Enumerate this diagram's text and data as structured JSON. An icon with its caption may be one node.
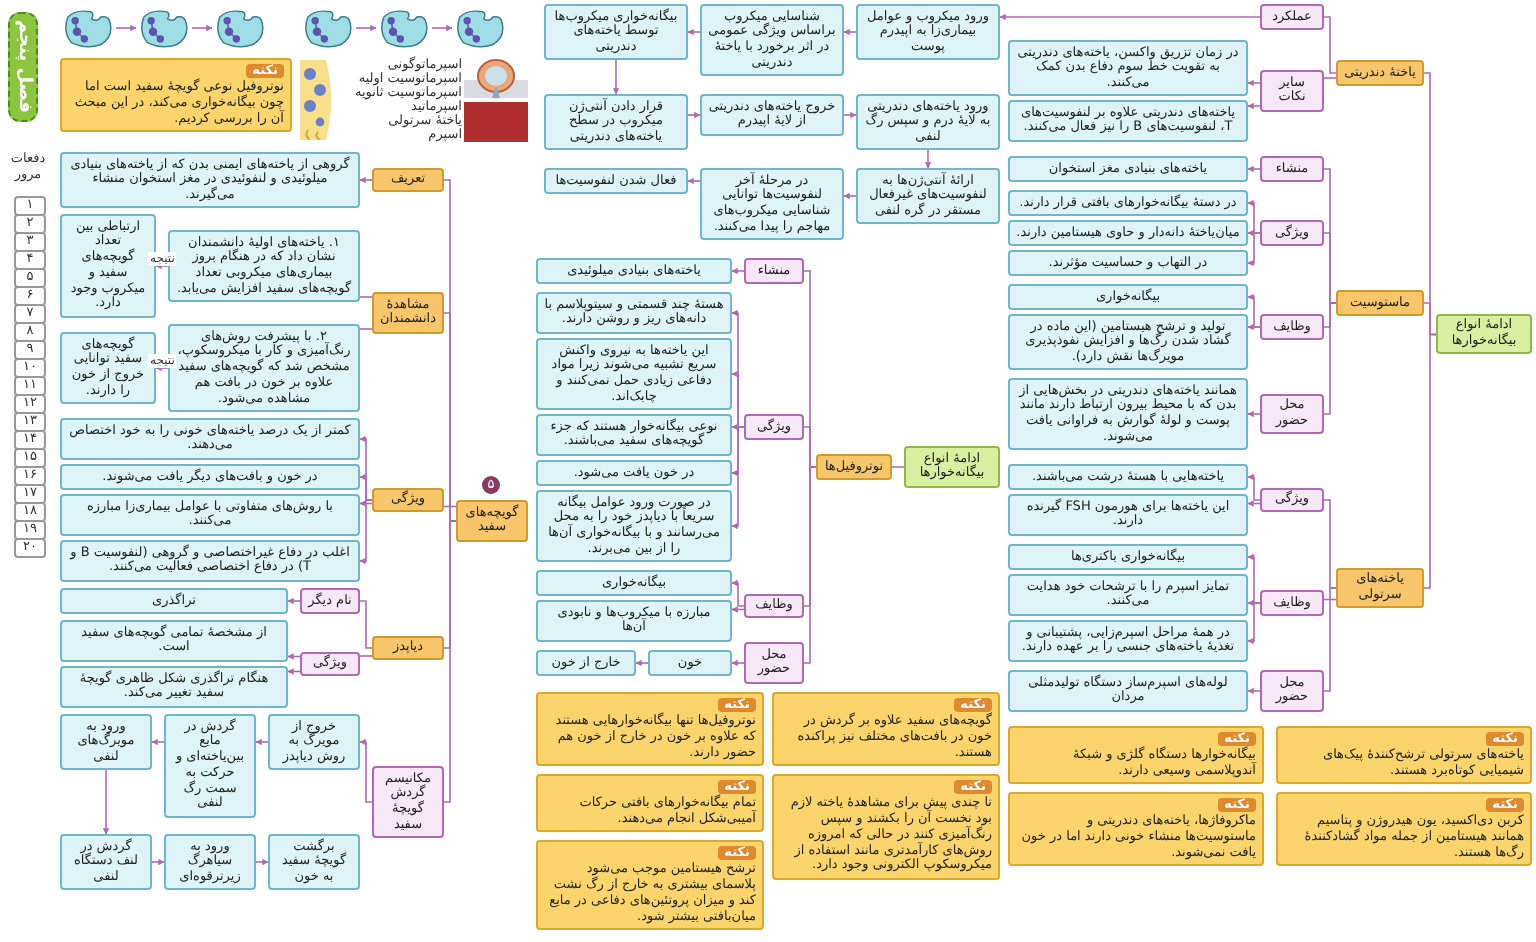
{
  "diagram": {
    "nodes": [
      {
        "text": [
          "ادامهٔ انواع بیگانه‌خوارها"
        ]
      },
      {
        "text": [
          "یاختهٔ دندریتی"
        ]
      },
      {
        "text": [
          "عملکرد"
        ]
      },
      {
        "text": [
          "ورود میکروب و عوامل بیماری‌زا به اپیدرم پوست"
        ]
      },
      {
        "text": [
          "شناسایی میکروب براساس ویژگی عمومی در اثر برخورد با یاختهٔ دندریتی"
        ]
      },
      {
        "text": [
          "بیگانه‌خواری میکروب‌ها توسط یاخته‌های دندریتی"
        ]
      },
      {
        "text": [
          "قرار دادن آنتی‌ژن میکروب در سطح یاخته‌های دندریتی"
        ]
      },
      {
        "text": [
          "خروج یاخته‌های دندریتی از لایهٔ اپیدرم"
        ]
      },
      {
        "text": [
          "ورود یاخته‌های دندریتی به لایهٔ درم و سپس رگ لنفی"
        ]
      },
      {
        "text": [
          "ارائهٔ آنتی‌ژن‌ها به لنفوسیت‌های غیرفعال مستقر در گره لنفی"
        ]
      },
      {
        "text": [
          "در مرحلهٔ آخر لنفوسیت‌ها توانایی شناسایی میکروب‌های مهاجم را پیدا می‌کنند."
        ]
      },
      {
        "text": [
          "فعال شدن لنفوسیت‌ها"
        ]
      },
      {
        "text": [
          "سایر نکات"
        ]
      },
      {
        "text": [
          "در زمان تزریق واکسن، یاخته‌های دندریتی به تقویت خط سوم دفاع بدن کمک می‌کنند."
        ]
      },
      {
        "text": [
          "یاخته‌های دندریتی علاوه بر لنفوسیت‌های T، لنفوسیت‌های B را نیز فعال می‌کنند."
        ]
      },
      {
        "text": [
          "نکته",
          "بیگانه‌خوارها دستگاه گلژی و شبکهٔ آندوپلاسمی وسیعی دارند."
        ]
      },
      {
        "text": [
          "نکته",
          "ماکروفاژها، یاخته‌های دندریتی و ماستوسیت‌ها منشاء خونی دارند اما در خون یافت نمی‌شوند."
        ]
      },
      {
        "text": [
          "ماستوسیت"
        ]
      },
      {
        "text": [
          "منشاء"
        ]
      },
      {
        "text": [
          "یاخته‌های بنیادی مغز استخوان"
        ]
      },
      {
        "text": [
          "ویژگی"
        ]
      },
      {
        "text": [
          "در دستهٔ بیگانه‌خوارهای بافتی قرار دارند."
        ]
      },
      {
        "text": [
          "میان‌یاختهٔ دانه‌دار و حاوی هیستامین دارند."
        ]
      },
      {
        "text": [
          "در التهاب و حساسیت مؤثرند."
        ]
      },
      {
        "text": [
          "وظایف"
        ]
      },
      {
        "text": [
          "بیگانه‌خواری"
        ]
      },
      {
        "text": [
          "تولید و ترشح هیستامین (این ماده در گشاد شدن رگ‌ها و افزایش نفوذپذیری مویرگ‌ها نقش دارد)."
        ]
      },
      {
        "text": [
          "محل حضور"
        ]
      },
      {
        "text": [
          "همانند یاخته‌های دندریتی در بخش‌هایی از بدن که با محیط بیرون ارتباط دارند مانند پوست و لولهٔ گوارش به فراوانی یافت می‌شوند."
        ]
      },
      {
        "text": [
          "نکته",
          "ترشح هیستامین موجب می‌شود پلاسمای بیشتری به خارج از رگ نشت کند و میزان پروتئین‌های دفاعی در مایع میان‌بافتی بیشتر شود."
        ]
      },
      {
        "text": [
          "یاخته‌های سرتولی"
        ]
      },
      {
        "text": [
          "ویژگی"
        ]
      },
      {
        "text": [
          "یاخته‌هایی با هستهٔ درشت می‌باشند."
        ]
      },
      {
        "text": [
          "این یاخته‌ها برای هورمون FSH گیرنده دارند."
        ]
      },
      {
        "text": [
          "وظایف"
        ]
      },
      {
        "text": [
          "بیگانه‌خواری باکتری‌ها"
        ]
      },
      {
        "text": [
          "تمایز اسپرم را با ترشحات خود هدایت می‌کنند."
        ]
      },
      {
        "text": [
          "در همهٔ مراحل اسپرم‌زایی، پشتیبانی و تغذیهٔ یاخته‌های جنسی را بر عهده دارند."
        ]
      },
      {
        "text": [
          "محل حضور"
        ]
      },
      {
        "text": [
          "لوله‌های اسپرم‌ساز دستگاه تولیدمثلی مردان"
        ]
      },
      {
        "text": [
          "نکته",
          "یاخته‌های سرتولی ترشح‌کنندهٔ پیک‌های شیمیایی کوتاه‌برد هستند."
        ]
      },
      {
        "text": [
          "نکته",
          "کربن دی‌اکسید، یون هیدروژن و پتاسیم همانند هیستامین از جمله مواد گشادکنندهٔ رگ‌ها هستند."
        ]
      },
      {
        "text": [
          "ادامهٔ انواع بیگانه‌خوارها"
        ]
      },
      {
        "text": [
          "نوتروفیل‌ها"
        ]
      },
      {
        "text": [
          "منشاء"
        ]
      },
      {
        "text": [
          "یاخته‌های بنیادی میلوئیدی"
        ]
      },
      {
        "text": [
          "ویژگی"
        ]
      },
      {
        "text": [
          "هستهٔ چند قسمتی و سیتوپلاسم با دانه‌های ریز و روشن دارند."
        ]
      },
      {
        "text": [
          "این یاخته‌ها به نیروی واکنش سریع تشبیه می‌شوند زیرا مواد دفاعی زیادی حمل نمی‌کنند و چابک‌اند."
        ]
      },
      {
        "text": [
          "نوعی بیگانه‌خوار هستند که جزء گویچه‌های سفید می‌باشند."
        ]
      },
      {
        "text": [
          "در خون یافت می‌شود."
        ]
      },
      {
        "text": [
          "در صورت ورود عوامل بیگانه سریعاً با دیاپدز خود را به محل می‌رسانند و با بیگانه‌خواری آن‌ها را از بین می‌برند."
        ]
      },
      {
        "text": [
          "وظایف"
        ]
      },
      {
        "text": [
          "بیگانه‌خواری"
        ]
      },
      {
        "text": [
          "مبارزه با میکروب‌ها و نابودی آن‌ها"
        ]
      },
      {
        "text": [
          "محل حضور"
        ]
      },
      {
        "text": [
          "خون"
        ]
      },
      {
        "text": [
          "خارج از خون"
        ]
      },
      {
        "text": [
          "نکته",
          "نوتروفیل‌ها تنها بیگانه‌خوارهایی هستند که علاوه بر خون در خارج از خون هم حضور دارند."
        ]
      },
      {
        "text": [
          "نکته",
          "تمام بیگانه‌خوارهای بافتی حرکات آمیبی‌شکل انجام می‌دهند."
        ]
      },
      {
        "text": [
          "نکته",
          "نوتروفیل نوعی گویچهٔ سفید است اما چون بیگانه‌خواری می‌کند، در این مبحث آن را بررسی کردیم."
        ]
      },
      {
        "text": [],
        "shape": "picture"
      },
      {
        "text": [],
        "shape": "picture"
      },
      {
        "text": [],
        "shape": "picture"
      },
      {
        "text": [
          "گویچه‌های سفید"
        ]
      },
      {
        "text": [
          "تعریف"
        ]
      },
      {
        "text": [
          "گروهی از یاخته‌های ایمنی بدن که از یاخته‌های بنیادی میلوئیدی و لنفوئیدی در مغز استخوان منشاء می‌گیرند."
        ]
      },
      {
        "text": [
          "مشاهدهٔ دانشمندان"
        ]
      },
      {
        "text": [
          "۱. یاخته‌های اولیهٔ دانشمندان نشان داد که در هنگام بروز بیماری‌های میکروبی تعداد گویچه‌های سفید افزایش می‌یابد."
        ]
      },
      {
        "text": [
          "ارتباطی بین تعداد گویچه‌های سفید و میکروب وجود دارد."
        ]
      },
      {
        "text": [
          "۲. با پیشرفت روش‌های رنگ‌آمیزی و کار با میکروسکوپ، مشخص شد که گویچه‌های سفید علاوه بر خون در بافت هم مشاهده می‌شود."
        ]
      },
      {
        "text": [
          "گویچه‌های سفید توانایی خروج از خون را دارند."
        ]
      },
      {
        "text": [
          "ویژگی"
        ]
      },
      {
        "text": [
          "کمتر از یک درصد یاخته‌های خونی را به خود اختصاص می‌دهند."
        ]
      },
      {
        "text": [
          "در خون و بافت‌های دیگر یافت می‌شوند."
        ]
      },
      {
        "text": [
          "با روش‌های متفاوتی با عوامل بیماری‌زا مبارزه می‌کنند."
        ]
      },
      {
        "text": [
          "اغلب در دفاع غیراختصاصی و گروهی (لنفوسیت B و T) در دفاع اختصاصی فعالیت می‌کنند."
        ]
      },
      {
        "text": [
          "دیاپدز"
        ]
      },
      {
        "text": [
          "نام دیگر"
        ]
      },
      {
        "text": [
          "تراگذری"
        ]
      },
      {
        "text": [
          "ویژگی"
        ]
      },
      {
        "text": [
          "از مشخصهٔ تمامی گویچه‌های سفید است."
        ]
      },
      {
        "text": [
          "هنگام تراگذری شکل ظاهری گویچهٔ سفید تغییر می‌کند."
        ]
      },
      {
        "text": [
          "مکانیسم گردش گویچهٔ سفید"
        ]
      },
      {
        "text": [
          "خروج از مویرگ به روش دیاپدز"
        ]
      },
      {
        "text": [
          "گردش در مایع بین‌یاخته‌ای و حرکت به سمت رگ لنفی"
        ]
      },
      {
        "text": [
          "ورود به مویرگ‌های لنفی"
        ]
      },
      {
        "text": [
          "گردش در لنف دستگاه لنفی"
        ]
      },
      {
        "text": [
          "ورود به سیاهرگ زیرترقوه‌ای"
        ]
      },
      {
        "text": [
          "برگشت گویچهٔ سفید به خون"
        ]
      },
      {
        "text": [
          "نکته",
          "گویچه‌های سفید علاوه بر گردش در خون در بافت‌های مختلف نیز پراکنده هستند."
        ]
      },
      {
        "text": [
          "نکته",
          "تا چندی پیش برای مشاهدهٔ یاخته لازم بود نخست آن را بکشند و سپس رنگ‌آمیزی کنند در حالی که امروزه روش‌های کارآمدتری مانند استفاده از میکروسکوپ الکترونی وجود دارد."
        ]
      },
      {
        "text": [],
        "shape": "picture"
      },
      {
        "text": [],
        "shape": "picture"
      },
      {
        "text": [],
        "shape": "picture"
      }
    ],
    "edges": [
      {
        "from": 0,
        "to": 1,
        "arrow": "none"
      },
      {
        "from": 0,
        "to": 17,
        "arrow": "none"
      },
      {
        "from": 0,
        "to": 30,
        "arrow": "none"
      },
      {
        "from": 1,
        "to": 2,
        "arrow": "none"
      },
      {
        "from": 1,
        "to": 12,
        "arrow": "none"
      },
      {
        "from": 2,
        "to": 3,
        "arrow": "to"
      },
      {
        "from": 3,
        "to": 4,
        "arrow": "to"
      },
      {
        "from": 4,
        "to": 5,
        "arrow": "to"
      },
      {
        "from": 5,
        "to": 6,
        "arrow": "to"
      },
      {
        "from": 6,
        "to": 7,
        "arrow": "to"
      },
      {
        "from": 7,
        "to": 8,
        "arrow": "to"
      },
      {
        "from": 8,
        "to": 9,
        "arrow": "to"
      },
      {
        "from": 9,
        "to": 10,
        "arrow": "to"
      },
      {
        "from": 10,
        "to": 11,
        "arrow": "to"
      },
      {
        "from": 12,
        "to": 13,
        "arrow": "to"
      },
      {
        "from": 12,
        "to": 14,
        "arrow": "to"
      },
      {
        "from": 17,
        "to": 18,
        "arrow": "none"
      },
      {
        "from": 18,
        "to": 19,
        "arrow": "to"
      },
      {
        "from": 17,
        "to": 20,
        "arrow": "none"
      },
      {
        "from": 20,
        "to": 21,
        "arrow": "to"
      },
      {
        "from": 20,
        "to": 22,
        "arrow": "to"
      },
      {
        "from": 20,
        "to": 23,
        "arrow": "to"
      },
      {
        "from": 17,
        "to": 24,
        "arrow": "none"
      },
      {
        "from": 24,
        "to": 25,
        "arrow": "to"
      },
      {
        "from": 24,
        "to": 26,
        "arrow": "to"
      },
      {
        "from": 17,
        "to": 27,
        "arrow": "none"
      },
      {
        "from": 27,
        "to": 28,
        "arrow": "to"
      },
      {
        "from": 30,
        "to": 31,
        "arrow": "none"
      },
      {
        "from": 31,
        "to": 32,
        "arrow": "to"
      },
      {
        "from": 31,
        "to": 33,
        "arrow": "to"
      },
      {
        "from": 30,
        "to": 34,
        "arrow": "none"
      },
      {
        "from": 34,
        "to": 35,
        "arrow": "to"
      },
      {
        "from": 34,
        "to": 36,
        "arrow": "to"
      },
      {
        "from": 34,
        "to": 37,
        "arrow": "to"
      },
      {
        "from": 30,
        "to": 38,
        "arrow": "none"
      },
      {
        "from": 38,
        "to": 39,
        "arrow": "to"
      },
      {
        "from": 42,
        "to": 43,
        "arrow": "none"
      },
      {
        "from": 43,
        "to": 44,
        "arrow": "none"
      },
      {
        "from": 44,
        "to": 45,
        "arrow": "to"
      },
      {
        "from": 43,
        "to": 46,
        "arrow": "none"
      },
      {
        "from": 46,
        "to": 47,
        "arrow": "to"
      },
      {
        "from": 46,
        "to": 48,
        "arrow": "to"
      },
      {
        "from": 46,
        "to": 49,
        "arrow": "to"
      },
      {
        "from": 46,
        "to": 50,
        "arrow": "to"
      },
      {
        "from": 46,
        "to": 51,
        "arrow": "to"
      },
      {
        "from": 43,
        "to": 52,
        "arrow": "none"
      },
      {
        "from": 52,
        "to": 53,
        "arrow": "to"
      },
      {
        "from": 52,
        "to": 54,
        "arrow": "to"
      },
      {
        "from": 43,
        "to": 55,
        "arrow": "none"
      },
      {
        "from": 55,
        "to": 56,
        "arrow": "to"
      },
      {
        "from": 56,
        "to": 57,
        "arrow": "to"
      },
      {
        "from": 61,
        "to": 62,
        "arrow": "to"
      },
      {
        "from": 62,
        "to": 63,
        "arrow": "to"
      },
      {
        "from": 64,
        "to": 65,
        "arrow": "none"
      },
      {
        "from": 65,
        "to": 66,
        "arrow": "to"
      },
      {
        "from": 64,
        "to": 67,
        "arrow": "none"
      },
      {
        "from": 67,
        "to": 68,
        "arrow": "none"
      },
      {
        "from": 68,
        "to": 69,
        "arrow": "to",
        "label": "نتیجه"
      },
      {
        "from": 67,
        "to": 70,
        "arrow": "none"
      },
      {
        "from": 70,
        "to": 71,
        "arrow": "to",
        "label": "نتیجه"
      },
      {
        "from": 64,
        "to": 72,
        "arrow": "none"
      },
      {
        "from": 72,
        "to": 73,
        "arrow": "to"
      },
      {
        "from": 72,
        "to": 74,
        "arrow": "to"
      },
      {
        "from": 72,
        "to": 75,
        "arrow": "to"
      },
      {
        "from": 72,
        "to": 76,
        "arrow": "to"
      },
      {
        "from": 64,
        "to": 77,
        "arrow": "none"
      },
      {
        "from": 77,
        "to": 78,
        "arrow": "none"
      },
      {
        "from": 78,
        "to": 79,
        "arrow": "to"
      },
      {
        "from": 77,
        "to": 80,
        "arrow": "none"
      },
      {
        "from": 80,
        "to": 81,
        "arrow": "to"
      },
      {
        "from": 80,
        "to": 82,
        "arrow": "to"
      },
      {
        "from": 64,
        "to": 83,
        "arrow": "none"
      },
      {
        "from": 83,
        "to": 84,
        "arrow": "to"
      },
      {
        "from": 84,
        "to": 85,
        "arrow": "to"
      },
      {
        "from": 85,
        "to": 86,
        "arrow": "to"
      },
      {
        "from": 86,
        "to": 87,
        "arrow": "to"
      },
      {
        "from": 87,
        "to": 88,
        "arrow": "to"
      },
      {
        "from": 88,
        "to": 89,
        "arrow": "to"
      },
      {
        "from": 92,
        "to": 93,
        "arrow": "to"
      },
      {
        "from": 93,
        "to": 94,
        "arrow": "to"
      }
    ],
    "labels": [
      "فصل پنجم",
      "دفعات مرور",
      "۱",
      "۲",
      "۳",
      "۴",
      "۵",
      "۶",
      "۷",
      "۸",
      "۹",
      "۱۰",
      "۱۱",
      "۱۲",
      "۱۳",
      "۱۴",
      "۱۵",
      "۱۶",
      "۱۷",
      "۱۸",
      "۱۹",
      "۲۰",
      "۵",
      "اسپرماتوگونی",
      "اسپرماتوسیت اولیه",
      "اسپرماتوسیت ثانویه",
      "اسپرماتید",
      "یاختهٔ سرتولی",
      "اسپرم"
    ]
  }
}
